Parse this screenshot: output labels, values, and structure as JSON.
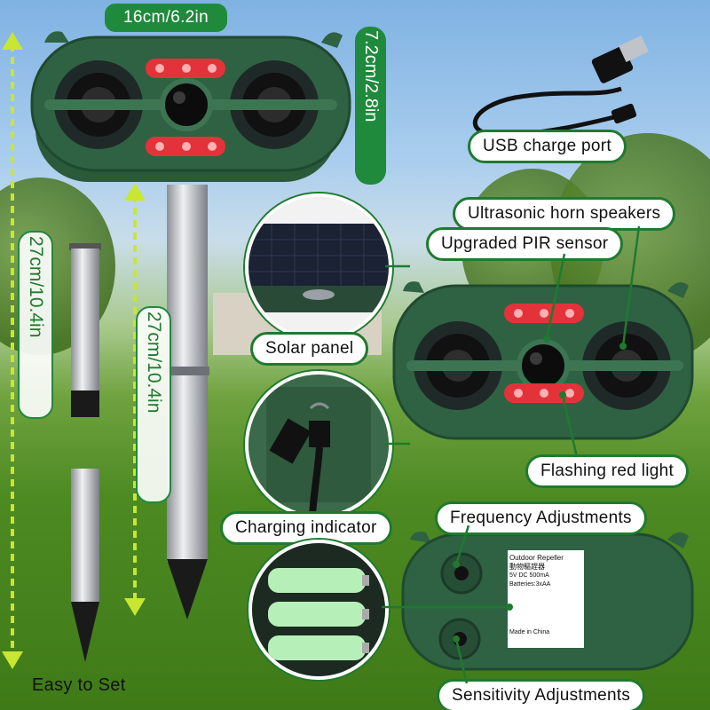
{
  "dimensions": {
    "width_label": "16cm/6.2in",
    "height_label": "7.2cm/2.8in",
    "stake_label_left": "27cm/10.4in",
    "stake_label_right": "27cm/10.4in"
  },
  "labels": {
    "usb": "USB charge port",
    "horn": "Ultrasonic horn speakers",
    "pir": "Upgraded PIR sensor",
    "solar": "Solar panel",
    "flash": "Flashing red light",
    "charging": "Charging indicator",
    "frequency": "Frequency Adjustments",
    "easy": "Easy to Set",
    "sensitivity": "Sensitivity Adjustments"
  },
  "back_sticker": {
    "title": "Outdoor Repeller",
    "subtitle": "動物驅趕器",
    "specs": "5V DC 500mA",
    "batteries": "Batteries:3xAA",
    "origin": "Made in China"
  },
  "colors": {
    "device_green": "#2a5a3a",
    "accent_green": "#1f8a3c",
    "arrow_yellow": "#c8e632",
    "led_red": "#e4323a"
  }
}
